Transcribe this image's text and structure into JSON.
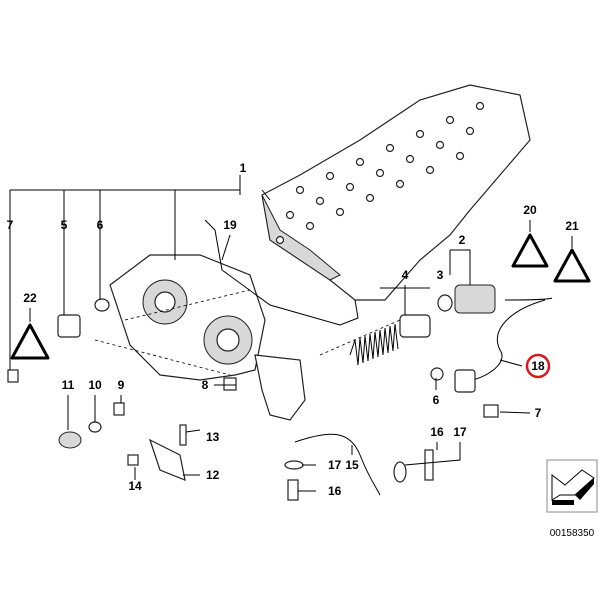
{
  "diagram": {
    "part_labels": [
      "1",
      "7",
      "5",
      "6",
      "19",
      "4",
      "3",
      "2",
      "20",
      "21",
      "22",
      "11",
      "10",
      "9",
      "8",
      "18",
      "6",
      "7",
      "13",
      "17",
      "16",
      "12",
      "14",
      "17",
      "15",
      "16"
    ],
    "highlighted_label": "18",
    "highlight_color": "#e0141e",
    "part_number": "00158350"
  }
}
